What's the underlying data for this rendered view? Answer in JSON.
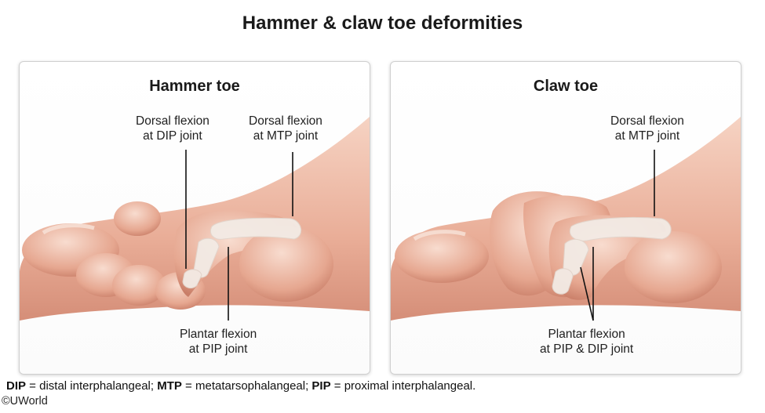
{
  "title": "Hammer & claw toe deformities",
  "panels": {
    "hammer": {
      "title": "Hammer toe",
      "labels": {
        "dip": [
          "Dorsal flexion",
          "at DIP joint"
        ],
        "mtp": [
          "Dorsal flexion",
          "at MTP joint"
        ],
        "pip": [
          "Plantar flexion",
          "at PIP joint"
        ]
      }
    },
    "claw": {
      "title": "Claw toe",
      "labels": {
        "mtp": [
          "Dorsal flexion",
          "at MTP joint"
        ],
        "pip_dip": [
          "Plantar flexion",
          "at PIP & DIP joint"
        ]
      }
    }
  },
  "footer": {
    "dip_abbr": "DIP",
    "dip_def": " = distal interphalangeal; ",
    "mtp_abbr": "MTP",
    "mtp_def": " = metatarsophalangeal; ",
    "pip_abbr": "PIP",
    "pip_def": " = proximal interphalangeal."
  },
  "copyright": "©UWorld",
  "colors": {
    "skin_light": "#f3c9b8",
    "skin_mid": "#e8ad98",
    "skin_dark": "#c98572",
    "bone": "#f4ece6",
    "leader_line": "#111111"
  }
}
